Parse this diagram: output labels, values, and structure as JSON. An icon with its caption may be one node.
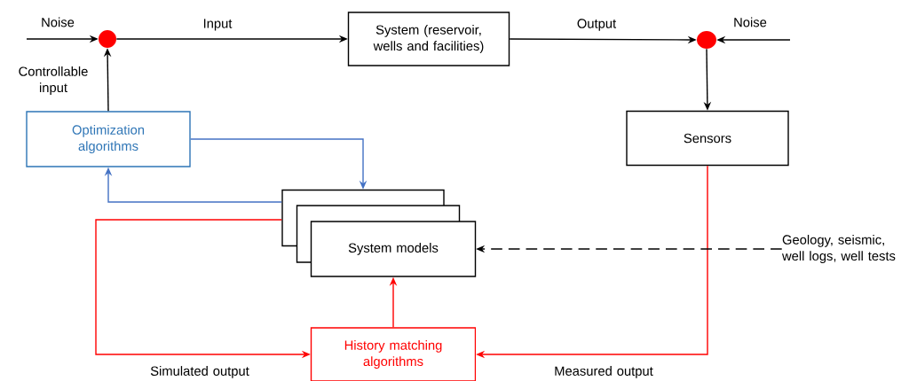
{
  "diagram": {
    "nodes": [
      {
        "text": [],
        "shape": "circle"
      },
      {
        "text": [
          "System (reservoir, wells and facilities)"
        ]
      },
      {
        "text": [],
        "shape": "circle"
      },
      {
        "text": [
          "Sensors"
        ]
      },
      {
        "text": [
          "Optimization algorithms"
        ]
      },
      {
        "text": [],
        "shape": "box"
      },
      {
        "text": [],
        "shape": "box"
      },
      {
        "text": [
          "System models"
        ]
      },
      {
        "text": [
          "Geology, seismic, well logs, well tests"
        ]
      },
      {
        "text": [
          "History matching algorithms"
        ]
      }
    ],
    "edges": [
      {
        "from": null,
        "to": 0,
        "arrow": "to",
        "label": "Noise"
      },
      {
        "from": 0,
        "to": 1,
        "arrow": "to",
        "label": "Input"
      },
      {
        "from": 1,
        "to": 2,
        "arrow": "to",
        "label": "Output"
      },
      {
        "from": null,
        "to": 2,
        "arrow": "to",
        "label": "Noise"
      },
      {
        "from": 2,
        "to": 3,
        "arrow": "to"
      },
      {
        "from": 4,
        "to": 0,
        "arrow": "to",
        "label": "Controllable input"
      },
      {
        "from": 4,
        "to": 5,
        "arrow": "to",
        "color": "#4472c4"
      },
      {
        "from": 5,
        "to": 4,
        "arrow": "to",
        "color": "#4472c4"
      },
      {
        "from": 5,
        "to": 9,
        "arrow": "to",
        "color": "#ff0000",
        "label": "Simulated output"
      },
      {
        "from": 3,
        "to": 9,
        "arrow": "to",
        "color": "#ff0000",
        "label": "Measured output"
      },
      {
        "from": 9,
        "to": 7,
        "arrow": "to",
        "color": "#ff0000"
      },
      {
        "from": 8,
        "to": 7,
        "arrow": "to",
        "style": "dashed"
      }
    ]
  }
}
